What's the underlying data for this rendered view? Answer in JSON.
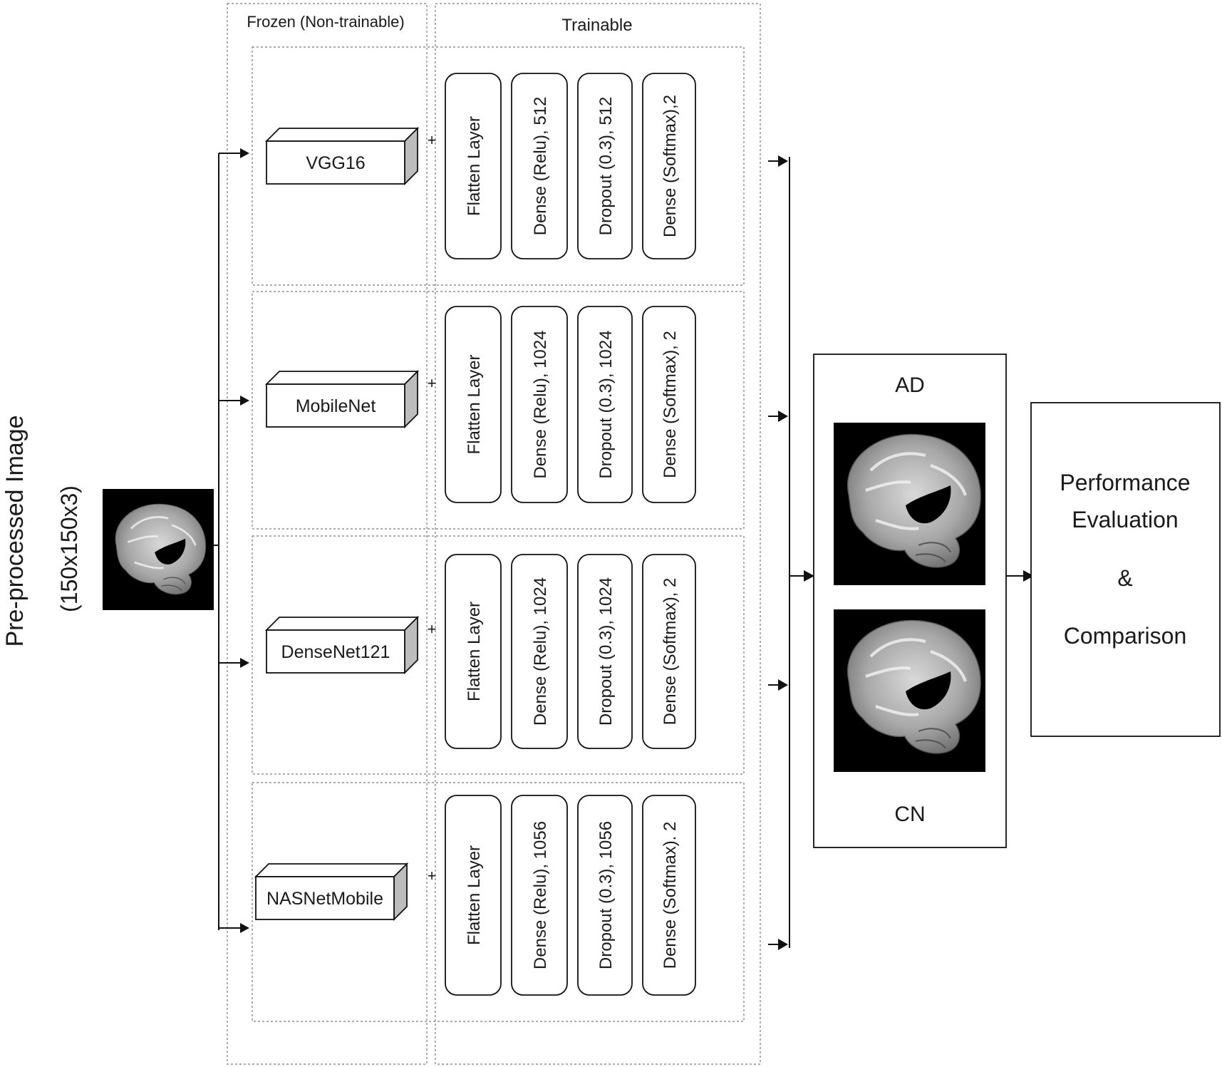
{
  "input": {
    "label": "Pre-processed Image",
    "size": "(150x150x3)"
  },
  "regions": {
    "frozen": "Frozen (Non-trainable)",
    "trainable": "Trainable"
  },
  "plus": "+",
  "models": [
    {
      "name": "VGG16",
      "layers": [
        "Flatten Layer",
        "Dense (Relu), 512",
        "Dropout (0.3), 512",
        "Dense (Softmax),2"
      ]
    },
    {
      "name": "MobileNet",
      "layers": [
        "Flatten Layer",
        "Dense (Relu), 1024",
        "Dropout (0.3), 1024",
        "Dense (Softmax), 2"
      ]
    },
    {
      "name": "DenseNet121",
      "layers": [
        "Flatten Layer",
        "Dense (Relu), 1024",
        "Dropout (0.3), 1024",
        "Dense (Softmax), 2"
      ]
    },
    {
      "name": "NASNetMobile",
      "layers": [
        "Flatten Layer",
        "Dense (Relu), 1056",
        "Dropout (0.3), 1056",
        "Dense (Softmax). 2"
      ]
    }
  ],
  "classes": {
    "top": "AD",
    "bottom": "CN"
  },
  "evaluation": {
    "line1": "Performance",
    "line2": "Evaluation",
    "line3": "&",
    "line4": "Comparison"
  }
}
